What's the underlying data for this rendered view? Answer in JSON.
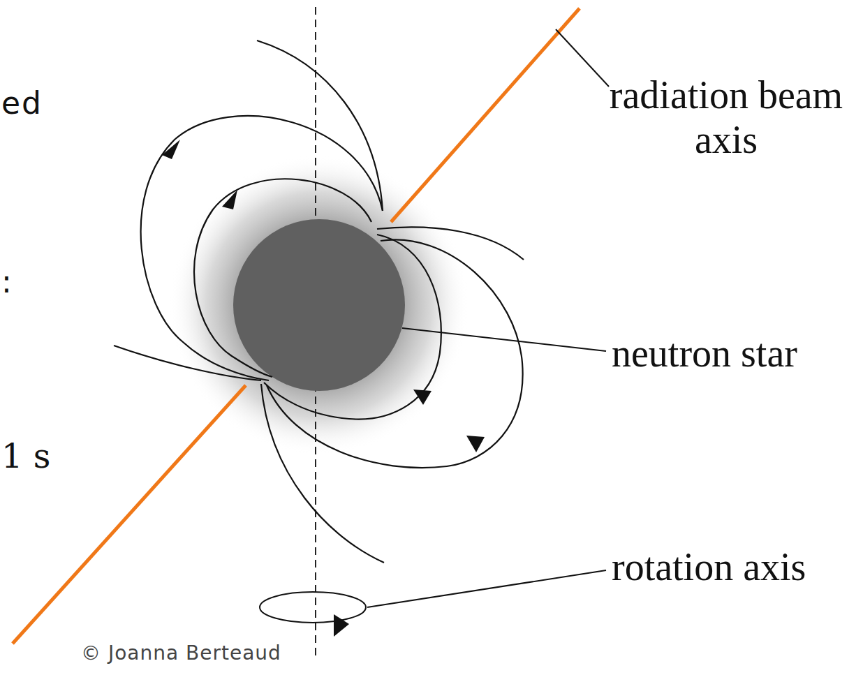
{
  "diagram": {
    "labels": [
      "ed",
      ":",
      "1 s",
      "radiation beam axis",
      "neutron star",
      "rotation axis",
      "© Joanna Berteaud"
    ]
  }
}
